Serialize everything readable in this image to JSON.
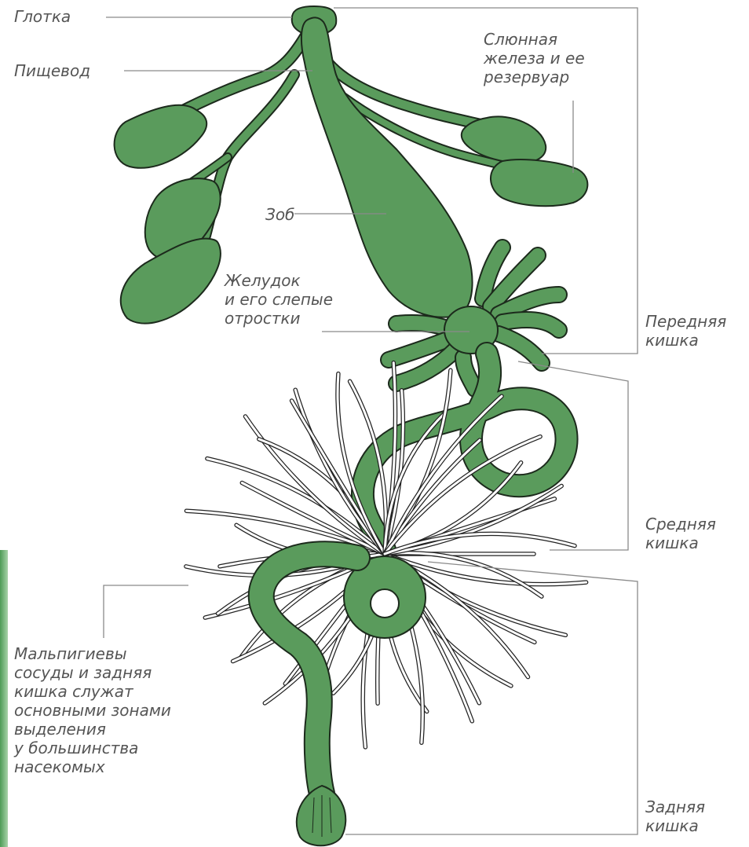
{
  "labels": {
    "pharynx": "Глотка",
    "esophagus": "Пищевод",
    "salivary": [
      "Слюнная",
      "железа и ее",
      "резервуар"
    ],
    "crop": "Зоб",
    "stomach": [
      "Желудок",
      "и его слепые",
      "отростки"
    ],
    "foregut": [
      "Передняя",
      "кишка"
    ],
    "midgut": [
      "Средняя",
      "кишка"
    ],
    "excretion_note": [
      "Мальпигиевы",
      "сосуды и задняя",
      "кишка служат",
      "основными зонами",
      "выделения",
      "у большинства",
      "насекомых"
    ],
    "hindgut": [
      "Задняя",
      "кишка"
    ]
  },
  "colors": {
    "organ_green": "#5a9b5c",
    "outline": "#1c2a1c",
    "label_gray": "#555555",
    "leader_gray": "#8a8a8a",
    "background": "#ffffff"
  }
}
